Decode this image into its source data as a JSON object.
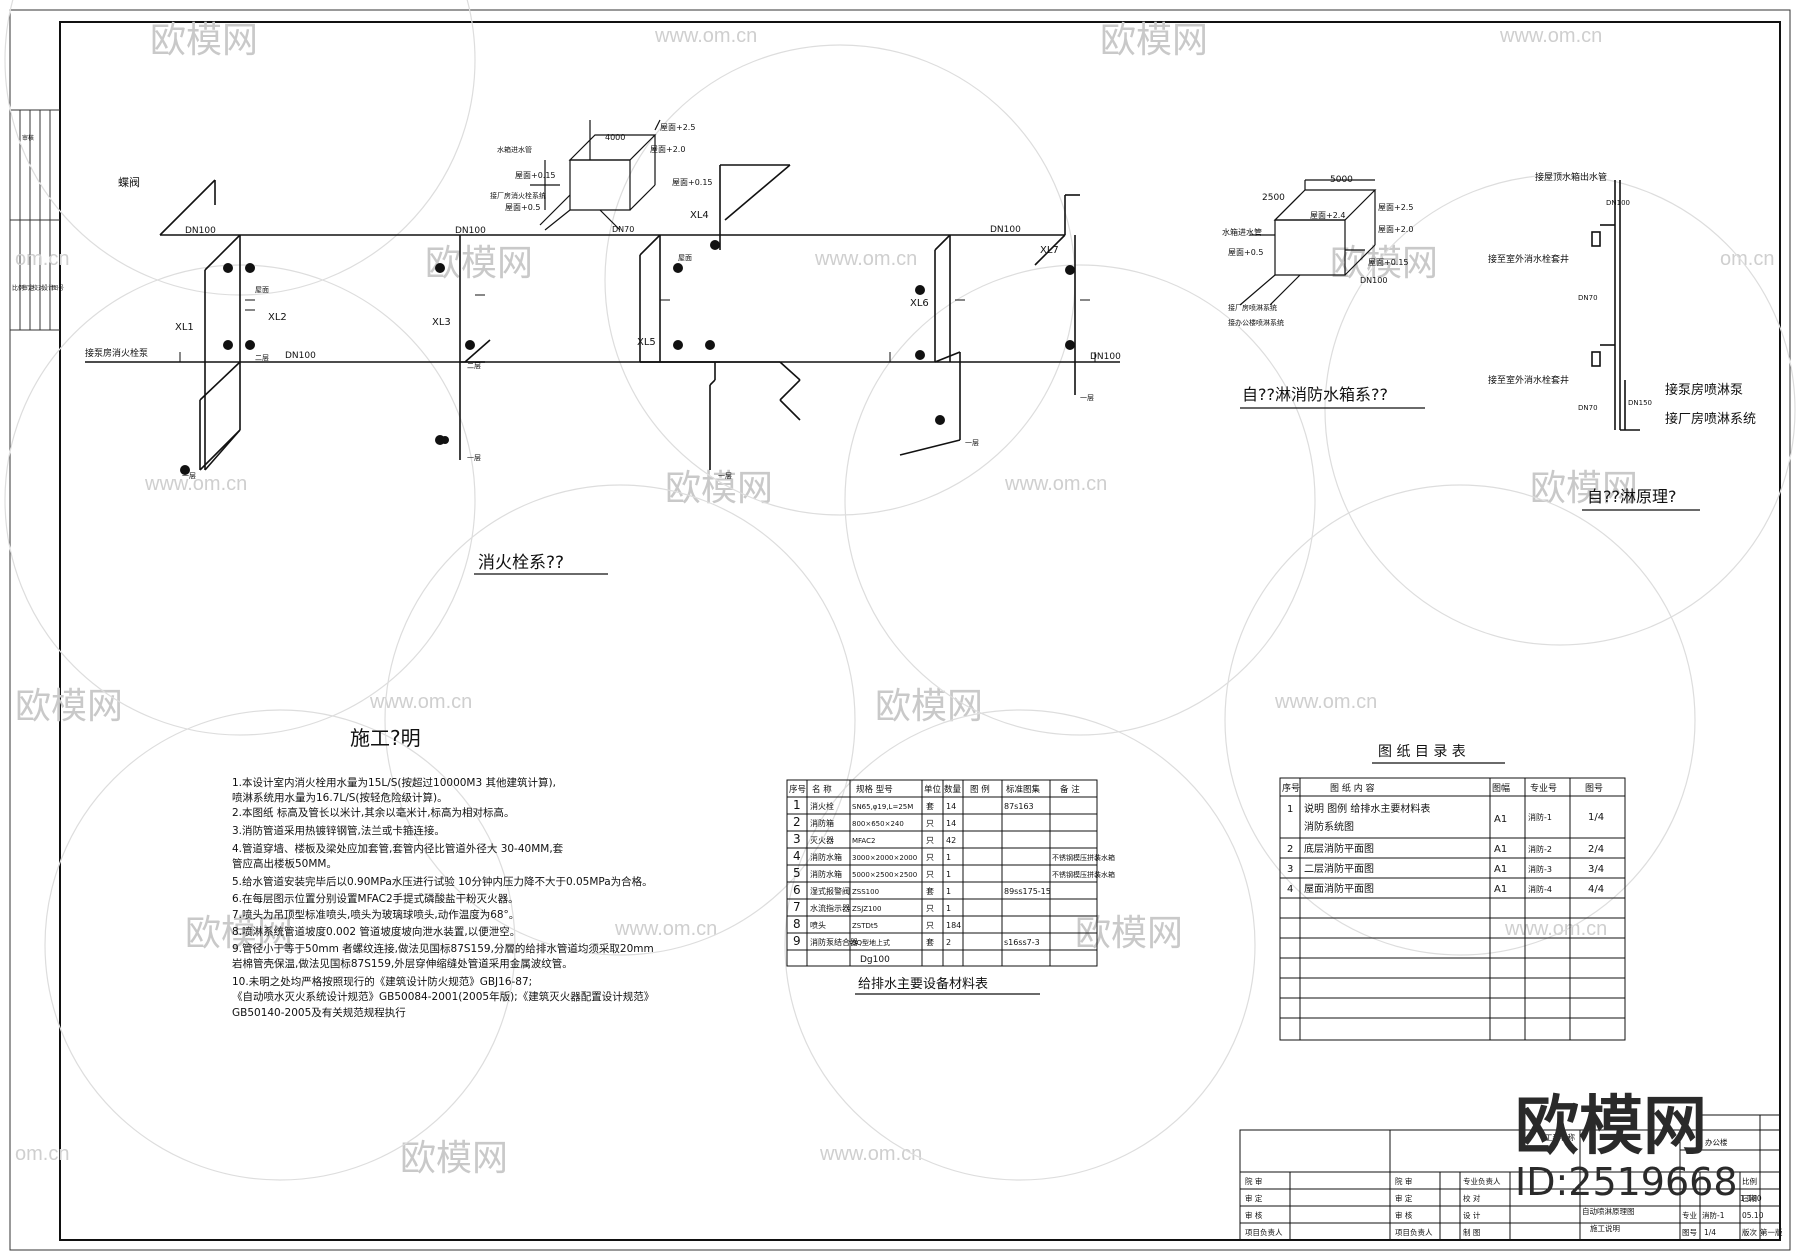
{
  "watermark": {
    "brand": "欧模网",
    "url": "www.om.cn",
    "url_short": "om.cn"
  },
  "corner_logo": {
    "brand": "欧模网",
    "id_text": "ID:2519668"
  },
  "left_strip": {
    "labels": [
      "审核",
      "审定",
      "校对",
      "设计",
      "图号",
      "比例"
    ]
  },
  "hydrant_system": {
    "title": "消火栓系??",
    "labels": {
      "butterfly_valve": "蝶阀",
      "from_pump": "接泵房消火栓泵",
      "dn100": "DN100",
      "xl1": "XL1",
      "xl2": "XL2",
      "xl3": "XL3",
      "xl4": "XL4",
      "xl5": "XL5",
      "xl6": "XL6",
      "xl7": "XL7",
      "roof": "屋面",
      "floor1": "一层",
      "floor2": "二层",
      "dn70": "DN70",
      "tank_size": "4000",
      "tank_el1": "屋面+2.5",
      "tank_el2": "屋面+2.0",
      "tank_el3": "屋面+0.15",
      "tank_el4": "屋面+0.5",
      "tank_el5": "屋面+0.15",
      "tank_note1": "水箱进水管",
      "tank_note2": "接厂房消火栓系统"
    }
  },
  "sprinkler_tank": {
    "title": "自??淋消防水箱系??",
    "dim1": "5000",
    "dim2": "2500",
    "el1": "屋面+2.5",
    "el2": "屋面+2.4",
    "el3": "屋面+2.0",
    "el4": "屋面+0.15",
    "el5": "屋面+0.5",
    "note1": "水箱进水管",
    "note2": "接厂房喷淋系统",
    "note3": "接办公楼喷淋系统",
    "pipe": "DN100"
  },
  "sprinkler_principle": {
    "title": "自??淋原理?",
    "roof_tank": "接屋顶水箱出水管",
    "outdoor1": "接至室外消水栓套井",
    "outdoor2": "接至室外消水栓套井",
    "pump": "接泵房喷淋泵",
    "plant": "接厂房喷淋系统",
    "dn100": "DN100",
    "dn70": "DN70",
    "dn150": "DN150"
  },
  "construction_notes": {
    "title": "施工?明",
    "items": [
      "1.本设计室内消火栓用水量为15L/S(按超过10000M3 其他建筑计算),",
      "  喷淋系统用水量为16.7L/S(按轻危险级计算)。",
      "2.本图纸 标高及管长以米计,其余以毫米计,标高为相对标高。",
      "3.消防管道采用热镀锌钢管,法兰或卡箍连接。",
      "4.管道穿墙、楼板及梁处应加套管,套管内径比管道外径大 30-40MM,套",
      "  管应高出楼板50MM。",
      "5.给水管道安装完毕后以0.90MPa水压进行试验 10分钟内压力降不大于0.05MPa为合格。",
      "6.在每层图示位置分别设置MFAC2手提式磷酸盐干粉灭火器。",
      "7.喷头为吊顶型标准喷头,喷头为玻璃球喷头,动作温度为68°。",
      "8.喷淋系统管道坡度0.002 管道坡度坡向泄水装置,以便泄空。",
      "9.管径小于等于50mm 者螺纹连接,做法见国标87S159,分層的给排水管道均须采取20mm",
      "  岩棉管壳保温,做法见国标87S159,外层穿伸缩缝处管道采用金属波纹管。",
      "10.未明之处均严格按照现行的《建筑设计防火规范》GBJ16-87;",
      "  《自动喷水灭火系统设计规范》GB50084-2001(2005年版);《建筑灭火器配置设计规范》",
      "  GB50140-2005及有关规范规程执行"
    ]
  },
  "equipment_table": {
    "title": "给排水主要设备材料表",
    "headers": [
      "序号",
      "名 称",
      "规格 型号",
      "单位",
      "数量",
      "图 例",
      "标准图集",
      "备 注"
    ],
    "rows": [
      [
        "1",
        "消火栓",
        "SN65,φ19,L=25M",
        "套",
        "14",
        "",
        "87s163",
        ""
      ],
      [
        "2",
        "消防箱",
        "800×650×240",
        "只",
        "14",
        "",
        "",
        ""
      ],
      [
        "3",
        "灭火器",
        "MFAC2",
        "只",
        "42",
        "",
        "",
        ""
      ],
      [
        "4",
        "消防水箱",
        "3000×2000×2000",
        "只",
        "1",
        "",
        "",
        "不锈钢模压拼装水箱"
      ],
      [
        "5",
        "消防水箱",
        "5000×2500×2500",
        "只",
        "1",
        "",
        "",
        "不锈钢模压拼装水箱"
      ],
      [
        "6",
        "湿式报警阀",
        "ZSS100",
        "套",
        "1",
        "",
        "89ss175-15",
        ""
      ],
      [
        "7",
        "水流指示器",
        "ZSJZ100",
        "只",
        "1",
        "",
        "",
        ""
      ],
      [
        "8",
        "喷头",
        "ZSTDt5",
        "只",
        "184",
        "",
        "",
        ""
      ],
      [
        "9",
        "消防泵结合器",
        "SQ型地上式",
        "套",
        "2",
        "",
        "s16ss7-3",
        ""
      ]
    ],
    "extra": "Dg100"
  },
  "drawing_index": {
    "title": "图 纸 目 录 表",
    "headers": [
      "序号",
      "图 纸 内 容",
      "图幅",
      "专业号",
      "图号"
    ],
    "rows": [
      [
        "1",
        "说明 图例  给排水主要材料表",
        "A1",
        "消防-1",
        "1/4"
      ],
      [
        "",
        "消防系统图",
        "",
        "",
        ""
      ],
      [
        "2",
        "底层消防平面图",
        "A1",
        "消防-2",
        "2/4"
      ],
      [
        "3",
        "二层消防平面图",
        "A1",
        "消防-3",
        "3/4"
      ],
      [
        "4",
        "屋面消防平面图",
        "A1",
        "消防-4",
        "4/4"
      ]
    ]
  },
  "title_block": {
    "roles_left": [
      "院 审",
      "审 定",
      "审 核",
      "项目负责人"
    ],
    "roles_mid": [
      "院 审",
      "审 定",
      "审 核",
      "项目负责人"
    ],
    "roles_right": [
      "专业负责人",
      "校 对",
      "设 计",
      "制 图"
    ],
    "drawing_name_1": "自动喷淋原理图",
    "drawing_name_2": "施工说明",
    "project": "办公楼",
    "subproject": "工程名称",
    "scale_label": "比例",
    "scale": "1:100",
    "date_label": "日期",
    "date": "05.10",
    "sheet_label": "图号",
    "sheet_no": "消防-1",
    "page_label": "图号",
    "page": "1/4",
    "version_label": "版次",
    "version": "第一版",
    "major_label": "专业"
  }
}
